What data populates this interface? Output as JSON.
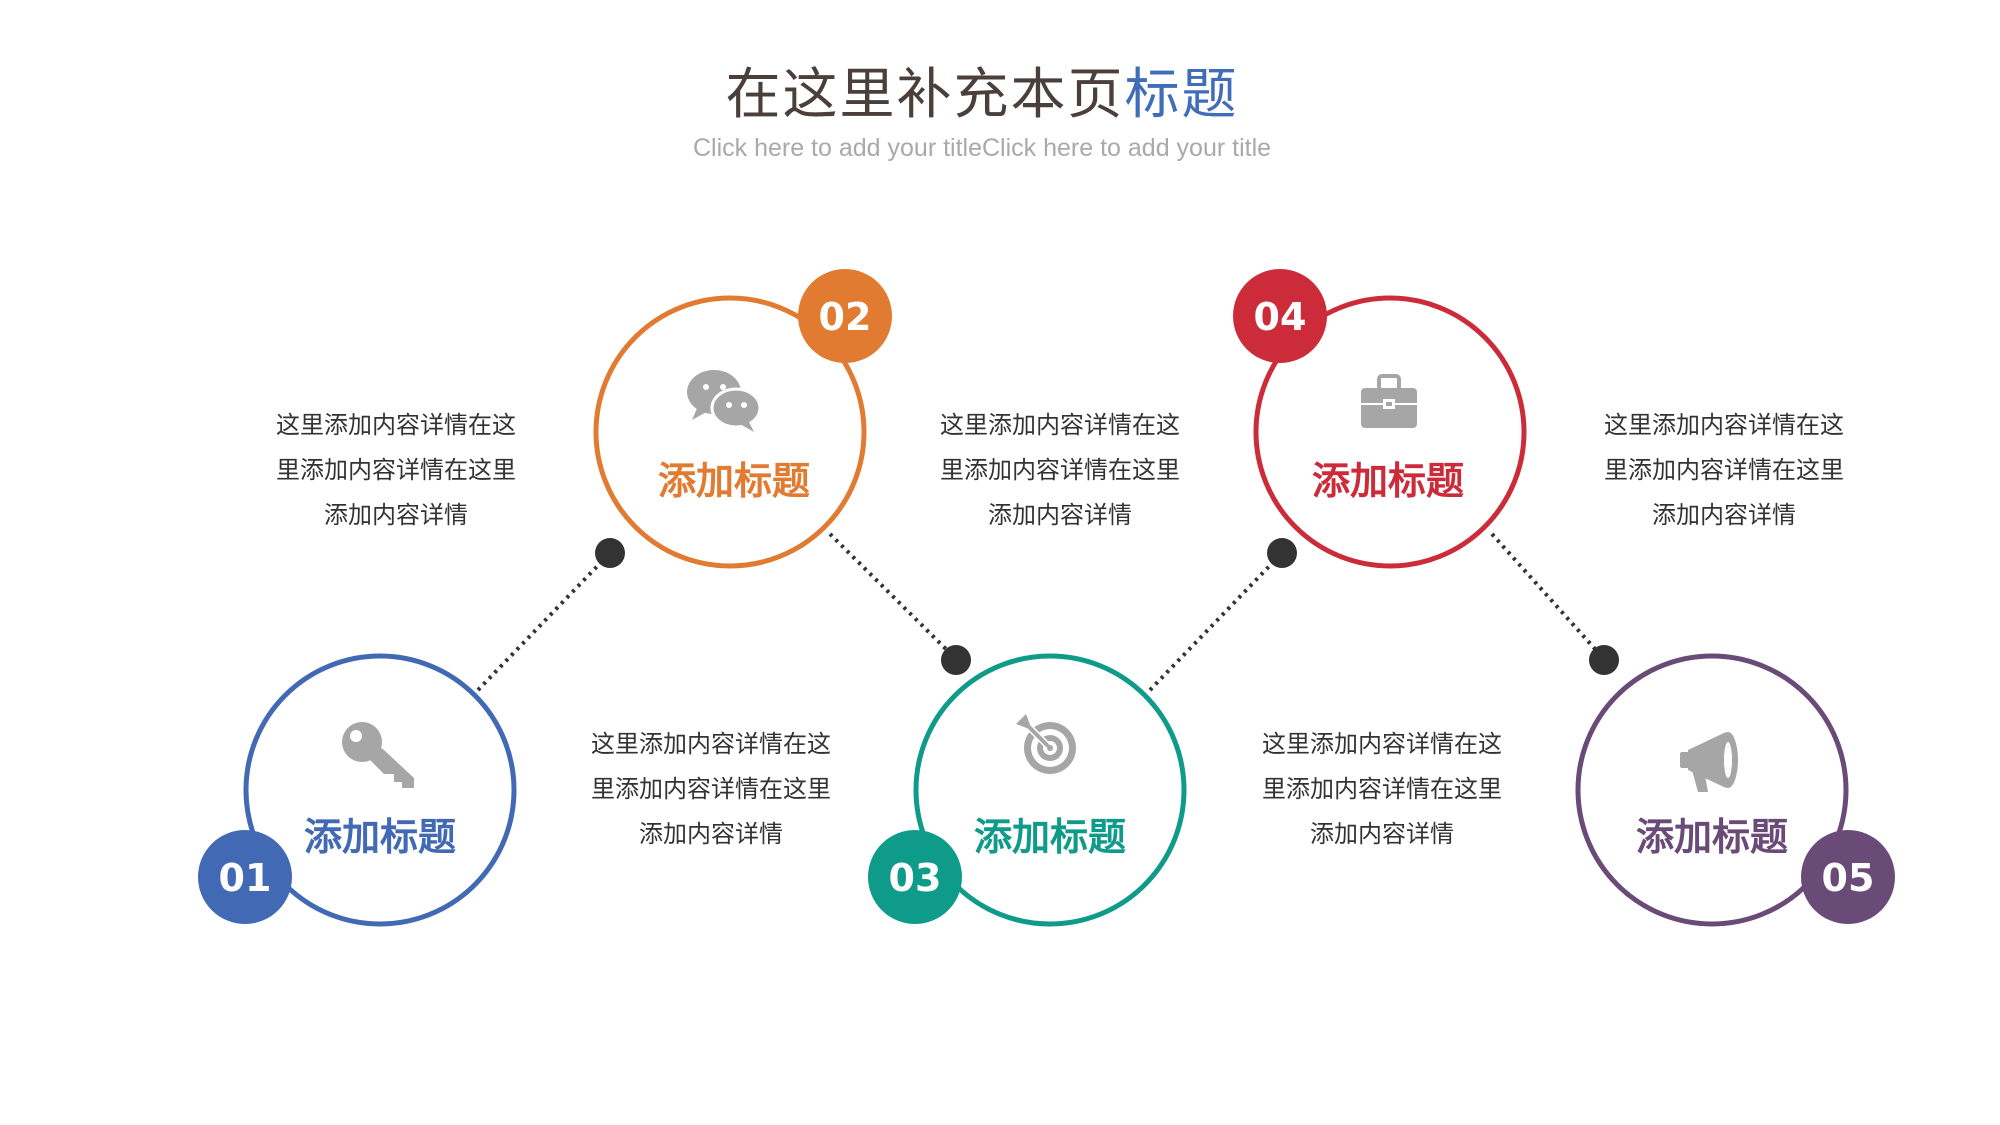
{
  "header": {
    "title_main": "在这里补充本页",
    "title_highlight": "标题",
    "subtitle": "Click here to add your titleClick here to add your title"
  },
  "colors": {
    "title": "#4a3f3a",
    "title_highlight": "#3f6db8",
    "subtitle": "#a9a9a9",
    "icon": "#a6a6a6",
    "connector": "#333333"
  },
  "steps": [
    {
      "number": "01",
      "title": "添加标题",
      "icon": "key-icon",
      "color": "#4169b4"
    },
    {
      "number": "02",
      "title": "添加标题",
      "icon": "wechat-icon",
      "color": "#e07b31"
    },
    {
      "number": "03",
      "title": "添加标题",
      "icon": "target-icon",
      "color": "#0f9b89"
    },
    {
      "number": "04",
      "title": "添加标题",
      "icon": "briefcase-icon",
      "color": "#cc2b3a"
    },
    {
      "number": "05",
      "title": "添加标题",
      "icon": "megaphone-icon",
      "color": "#6a4b78"
    }
  ],
  "descriptions": [
    {
      "lines": [
        "这里添加内容详情在这",
        "里添加内容详情在这里",
        "添加内容详情"
      ]
    },
    {
      "lines": [
        "这里添加内容详情在这",
        "里添加内容详情在这里",
        "添加内容详情"
      ]
    },
    {
      "lines": [
        "这里添加内容详情在这",
        "里添加内容详情在这里",
        "添加内容详情"
      ]
    },
    {
      "lines": [
        "这里添加内容详情在这",
        "里添加内容详情在这里",
        "添加内容详情"
      ]
    },
    {
      "lines": [
        "这里添加内容详情在这",
        "里添加内容详情在这里",
        "添加内容详情"
      ]
    }
  ]
}
